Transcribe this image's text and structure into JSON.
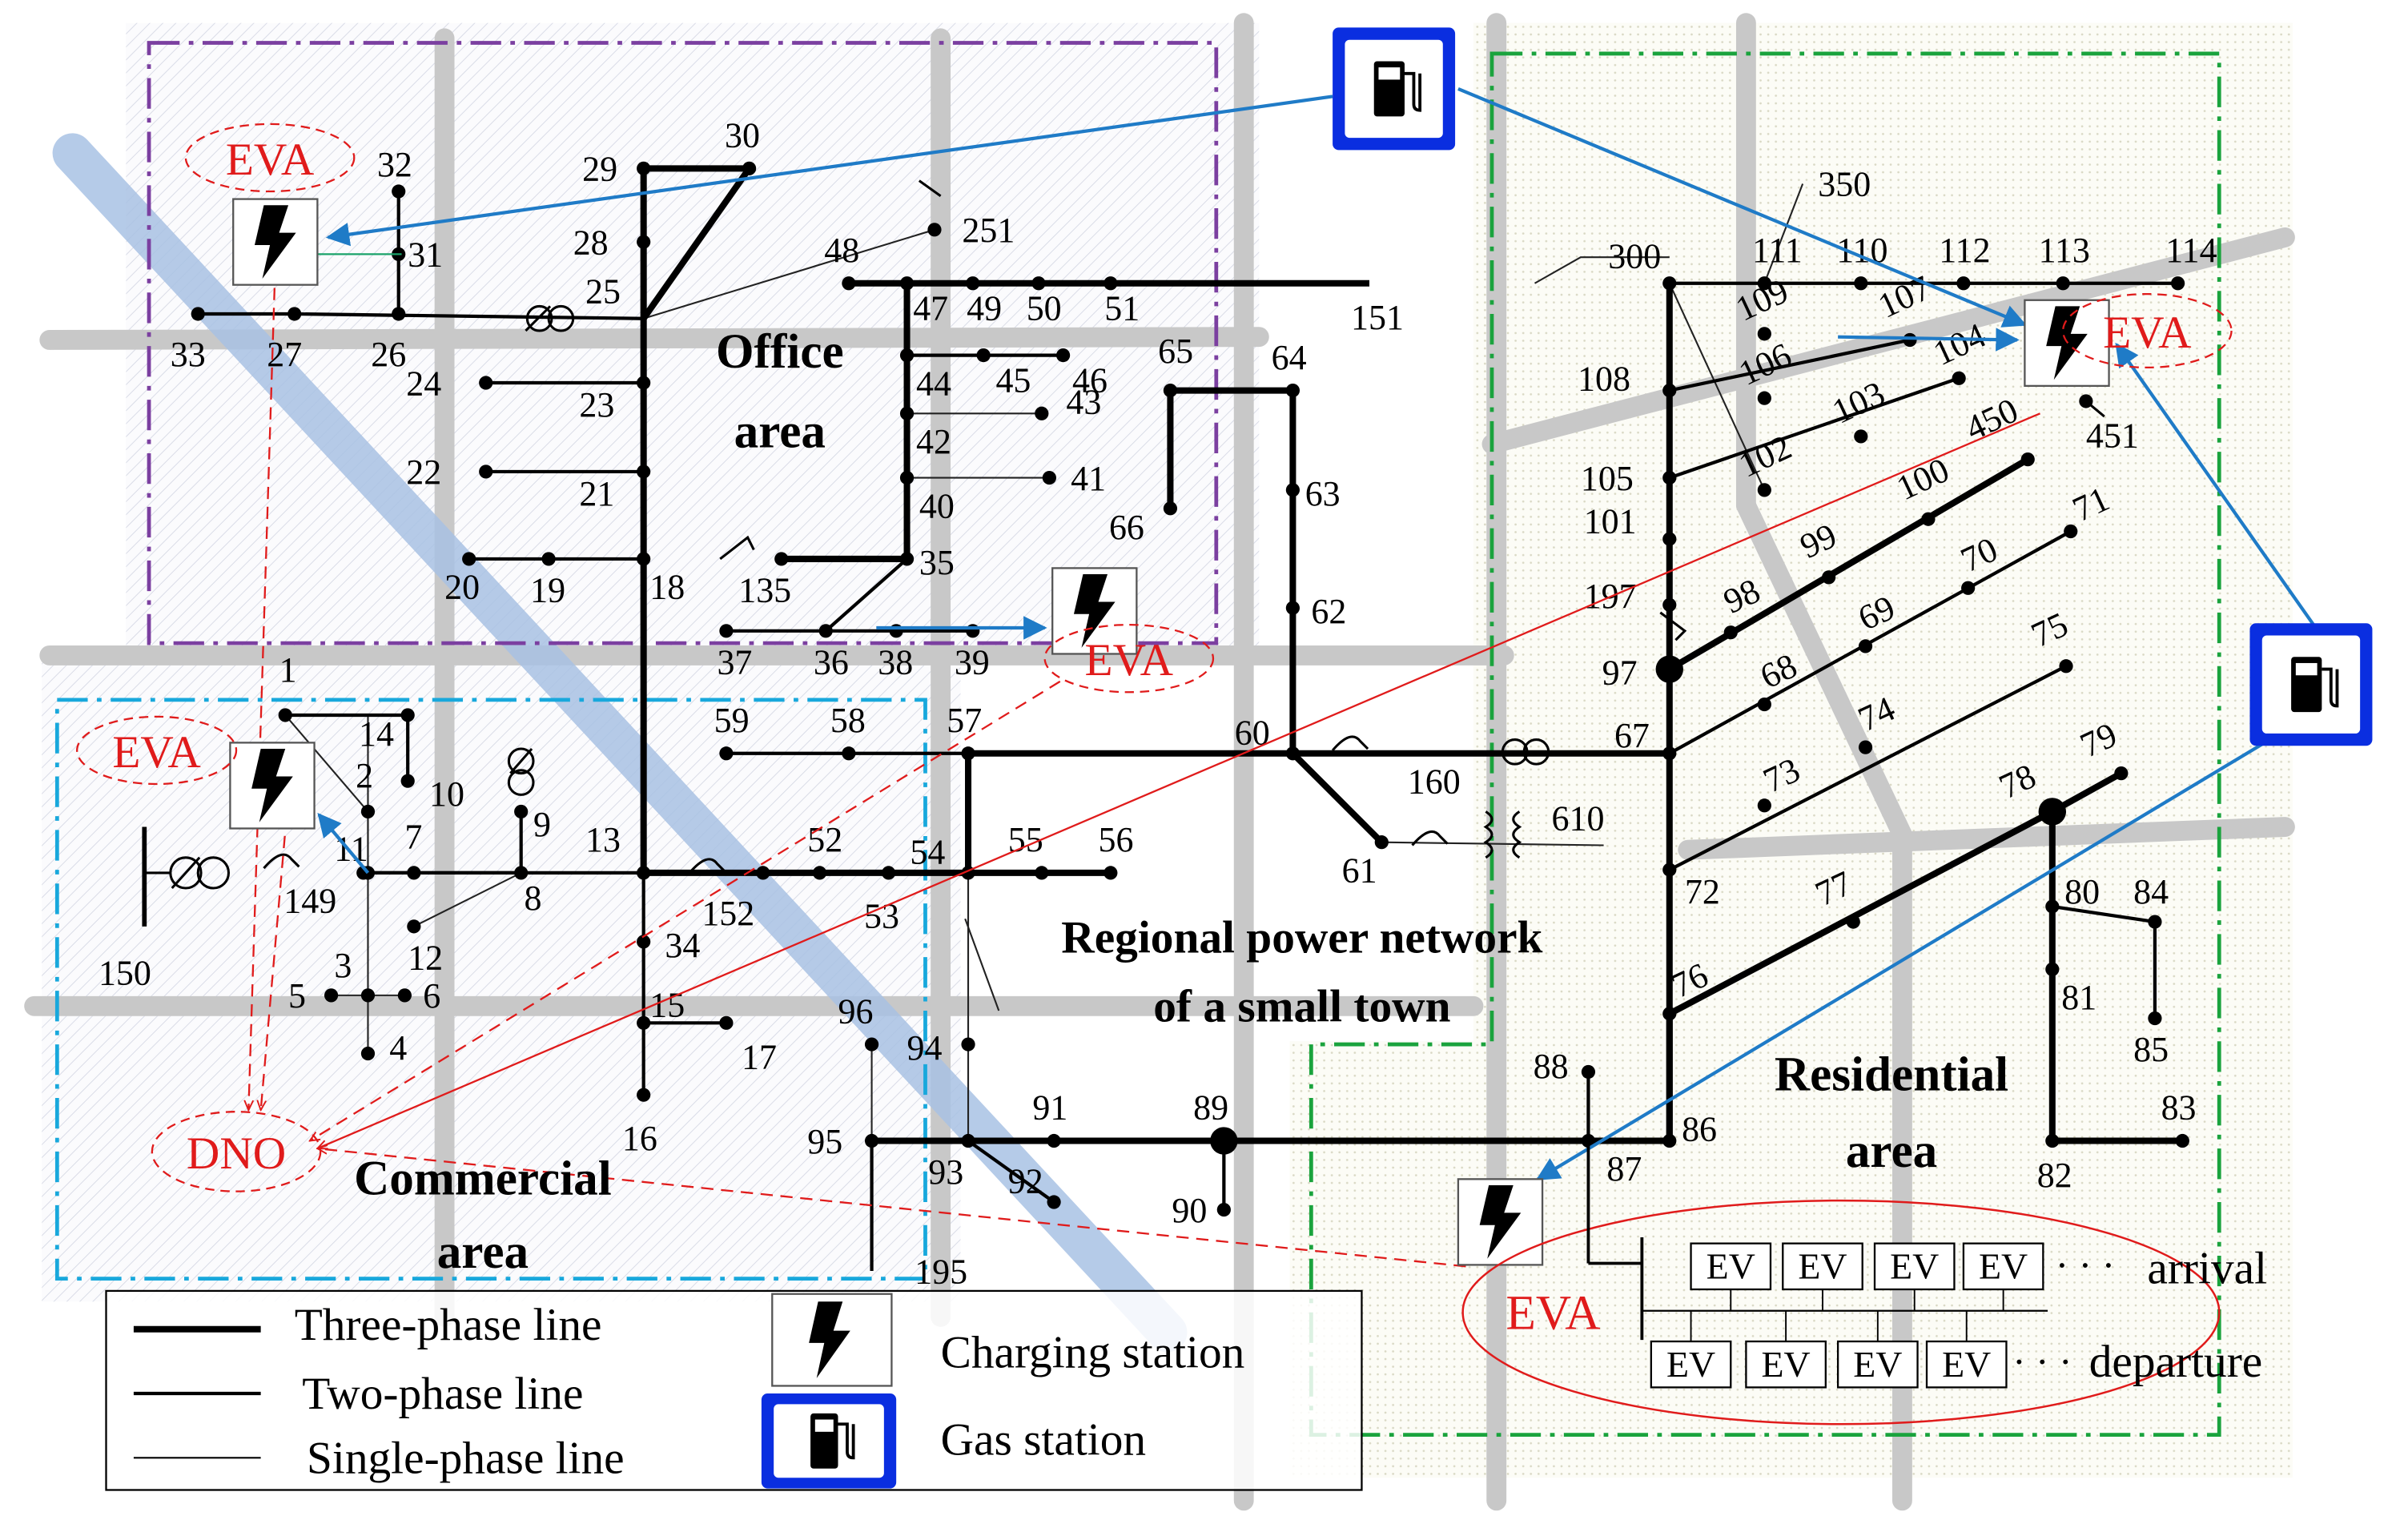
{
  "colors": {
    "office": "#7b3fa0",
    "commercial": "#18a8dc",
    "residential": "#1aa33d",
    "eva": "#e01b1b",
    "arrow": "#1f7bc7",
    "gas_border": "#0a2ee0",
    "road": "#c8c8c8",
    "diag_road": "#a9c2e4"
  },
  "areas": {
    "office": [
      "Office",
      "area"
    ],
    "commercial": [
      "Commercial",
      "area"
    ],
    "residential": [
      "Residential",
      "area"
    ],
    "regional": [
      "Regional power network",
      "of a small town"
    ]
  },
  "labels": {
    "eva": "EVA",
    "dno": "DNO",
    "ev": "EV",
    "dots": "· · ·",
    "arrival": "arrival",
    "departure": "departure"
  },
  "legend": {
    "three_phase": "Three-phase line",
    "two_phase": "Two-phase line",
    "single_phase": "Single-phase line",
    "charging": "Charging station",
    "gas": "Gas station"
  },
  "icons": {
    "charging": "lightning-bolt-icon",
    "gas": "fuel-pump-icon",
    "transformer": "transformer-icon",
    "regulator": "voltage-regulator-icon",
    "switch": "switch-icon"
  },
  "nodes": [
    "1",
    "2",
    "3",
    "4",
    "5",
    "6",
    "7",
    "8",
    "9",
    "10",
    "11",
    "12",
    "13",
    "14",
    "15",
    "16",
    "17",
    "18",
    "19",
    "20",
    "21",
    "22",
    "23",
    "24",
    "25",
    "26",
    "27",
    "28",
    "29",
    "30",
    "31",
    "32",
    "33",
    "34",
    "35",
    "36",
    "37",
    "38",
    "39",
    "40",
    "41",
    "42",
    "43",
    "44",
    "45",
    "46",
    "47",
    "48",
    "49",
    "50",
    "51",
    "52",
    "53",
    "54",
    "55",
    "56",
    "57",
    "58",
    "59",
    "60",
    "61",
    "62",
    "63",
    "64",
    "65",
    "66",
    "67",
    "68",
    "69",
    "70",
    "71",
    "72",
    "73",
    "74",
    "75",
    "76",
    "77",
    "78",
    "79",
    "80",
    "81",
    "82",
    "83",
    "84",
    "85",
    "86",
    "87",
    "88",
    "89",
    "90",
    "91",
    "92",
    "93",
    "94",
    "95",
    "96",
    "97",
    "98",
    "99",
    "100",
    "101",
    "102",
    "103",
    "104",
    "105",
    "106",
    "107",
    "108",
    "109",
    "110",
    "111",
    "112",
    "113",
    "114",
    "135",
    "149",
    "150",
    "151",
    "152",
    "160",
    "195",
    "197",
    "251",
    "300",
    "350",
    "450",
    "451",
    "610"
  ]
}
